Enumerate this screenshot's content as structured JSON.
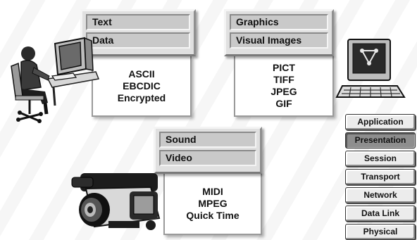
{
  "cards": [
    {
      "id": "text",
      "labels": [
        "Text",
        "Data"
      ],
      "formats": [
        "ASCII",
        "EBCDIC",
        "Encrypted"
      ]
    },
    {
      "id": "graphics",
      "labels": [
        "Graphics",
        "Visual Images"
      ],
      "formats": [
        "PICT",
        "TIFF",
        "JPEG",
        "GIF"
      ]
    },
    {
      "id": "sound",
      "labels": [
        "Sound",
        "Video"
      ],
      "formats": [
        "MIDI",
        "MPEG",
        "Quick Time"
      ]
    }
  ],
  "osi_layers": [
    "Application",
    "Presentation",
    "Session",
    "Transport",
    "Network",
    "Data Link",
    "Physical"
  ],
  "active_layer": "Presentation",
  "illustrations": [
    "person-at-computer-icon",
    "computer-monitor-icon",
    "video-camera-icon"
  ],
  "colors": {
    "header": "#e0e0e0",
    "pill": "#c9c9c9",
    "active_layer": "#8e8e8e",
    "layer": "#ececec"
  }
}
